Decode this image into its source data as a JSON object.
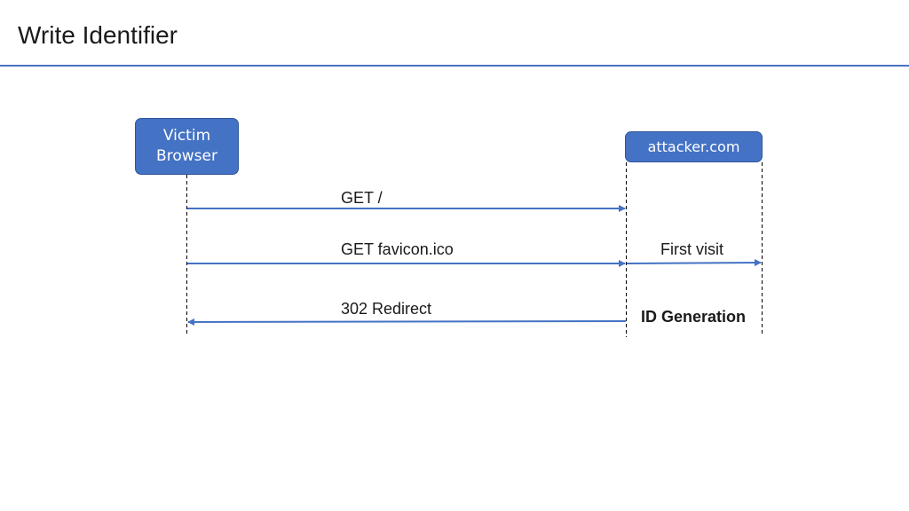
{
  "slide": {
    "title": "Write Identifier"
  },
  "actors": {
    "victim": "Victim Browser",
    "attacker": "attacker.com"
  },
  "messages": {
    "get_root": "GET /",
    "get_favicon": "GET favicon.ico",
    "redirect": "302 Redirect",
    "first_visit": "First visit"
  },
  "notes": {
    "id_generation": "ID Generation"
  },
  "colors": {
    "accent": "#4472c4",
    "accent_border": "#2f5597",
    "rule": "#4a72c4",
    "text": "#1a1a1a"
  }
}
